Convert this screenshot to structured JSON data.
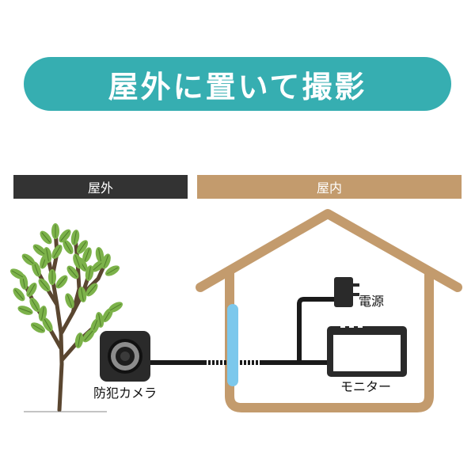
{
  "title": "屋外に置いて撮影",
  "zones": {
    "outdoor": "屋外",
    "indoor": "屋内"
  },
  "labels": {
    "camera": "防犯カメラ",
    "power": "電源",
    "monitor": "モニター"
  },
  "icons": {
    "tree": "tree-icon",
    "house": "house-outline-icon",
    "camera": "security-camera-icon",
    "power": "power-adapter-icon",
    "monitor": "monitor-icon"
  },
  "colors": {
    "accent": "#36aeb1",
    "outdoor_bar": "#333333",
    "indoor_bar": "#c39b6d",
    "house_outline": "#c39b6d",
    "wall_pipe": "#7cc8ec",
    "tree_trunk": "#5a4630",
    "leaf": "#7cb24a",
    "leaf_vein": "#4f7d2a"
  }
}
